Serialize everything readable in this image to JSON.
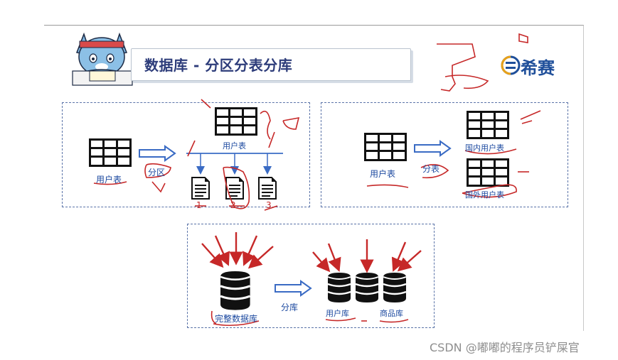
{
  "title": "数据库 - 分区分表分库",
  "logo": {
    "text": "希赛",
    "color": "#1f4f9a"
  },
  "partition": {
    "source_label": "用户表",
    "arrow_label": "分区",
    "target_label": "用户表",
    "handwritten_numbers": [
      "1",
      "2",
      "3"
    ]
  },
  "table_split": {
    "source_label": "用户表",
    "arrow_label": "分表",
    "outputs": [
      "国内用户表",
      "国外用户表"
    ]
  },
  "db_split": {
    "source_label": "完整数据库",
    "arrow_label": "分库",
    "outputs": [
      "用户库",
      "商品库"
    ]
  },
  "watermark": "CSDN @嘟嘟的程序员铲屎官",
  "colors": {
    "annotation": "#cc2222",
    "label": "#1d4aa0",
    "dashed": "#5a73a8",
    "arrow": "#3a6bc4"
  }
}
